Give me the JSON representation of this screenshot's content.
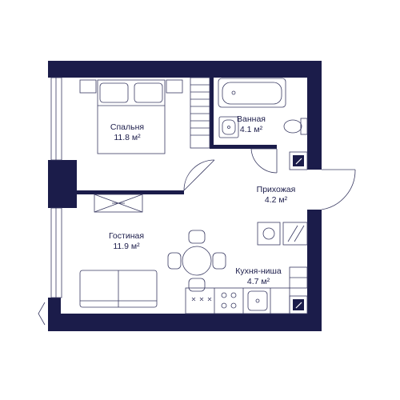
{
  "colors": {
    "wall": "#1b1c4a",
    "line": "#3a3b63",
    "background": "#ffffff"
  },
  "rooms": [
    {
      "id": "bedroom",
      "name": "Спальня",
      "area": "11.8 м²"
    },
    {
      "id": "bathroom",
      "name": "Ванная",
      "area": "4.1 м²"
    },
    {
      "id": "hallway",
      "name": "Прихожая",
      "area": "4.2 м²"
    },
    {
      "id": "living",
      "name": "Гостиная",
      "area": "11.9 м²"
    },
    {
      "id": "kitchen",
      "name": "Кухня-ниша",
      "area": "4.7 м²"
    }
  ]
}
